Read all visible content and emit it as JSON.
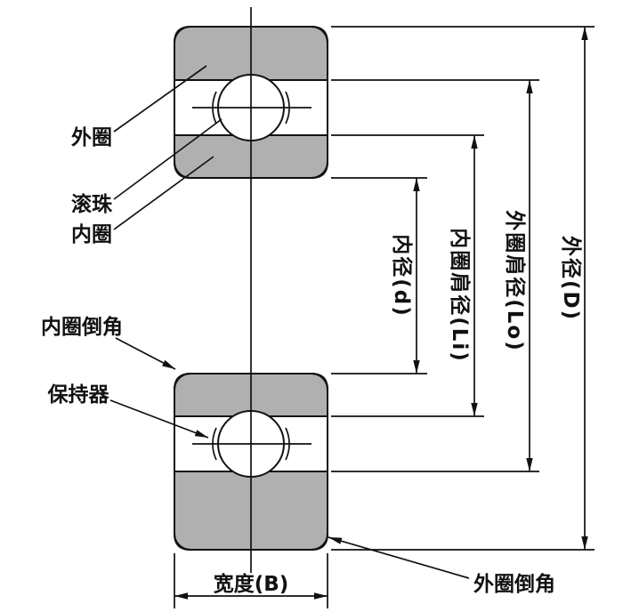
{
  "part_labels": {
    "outer_ring": "外圈",
    "ball": "滚珠",
    "inner_ring": "内圈",
    "inner_ring_chamfer": "内圈倒角",
    "cage": "保持器",
    "outer_ring_chamfer": "外圈倒角"
  },
  "dimension_labels": {
    "bore": "内径(d)",
    "inner_shoulder": "内圈肩径(Li)",
    "outer_shoulder": "外圈肩径(Lo)",
    "outer_diameter": "外径(D)",
    "width": "宽度(B)"
  },
  "colors": {
    "ring_fill": "#b0b0b0",
    "line": "#111111",
    "background": "#ffffff"
  }
}
